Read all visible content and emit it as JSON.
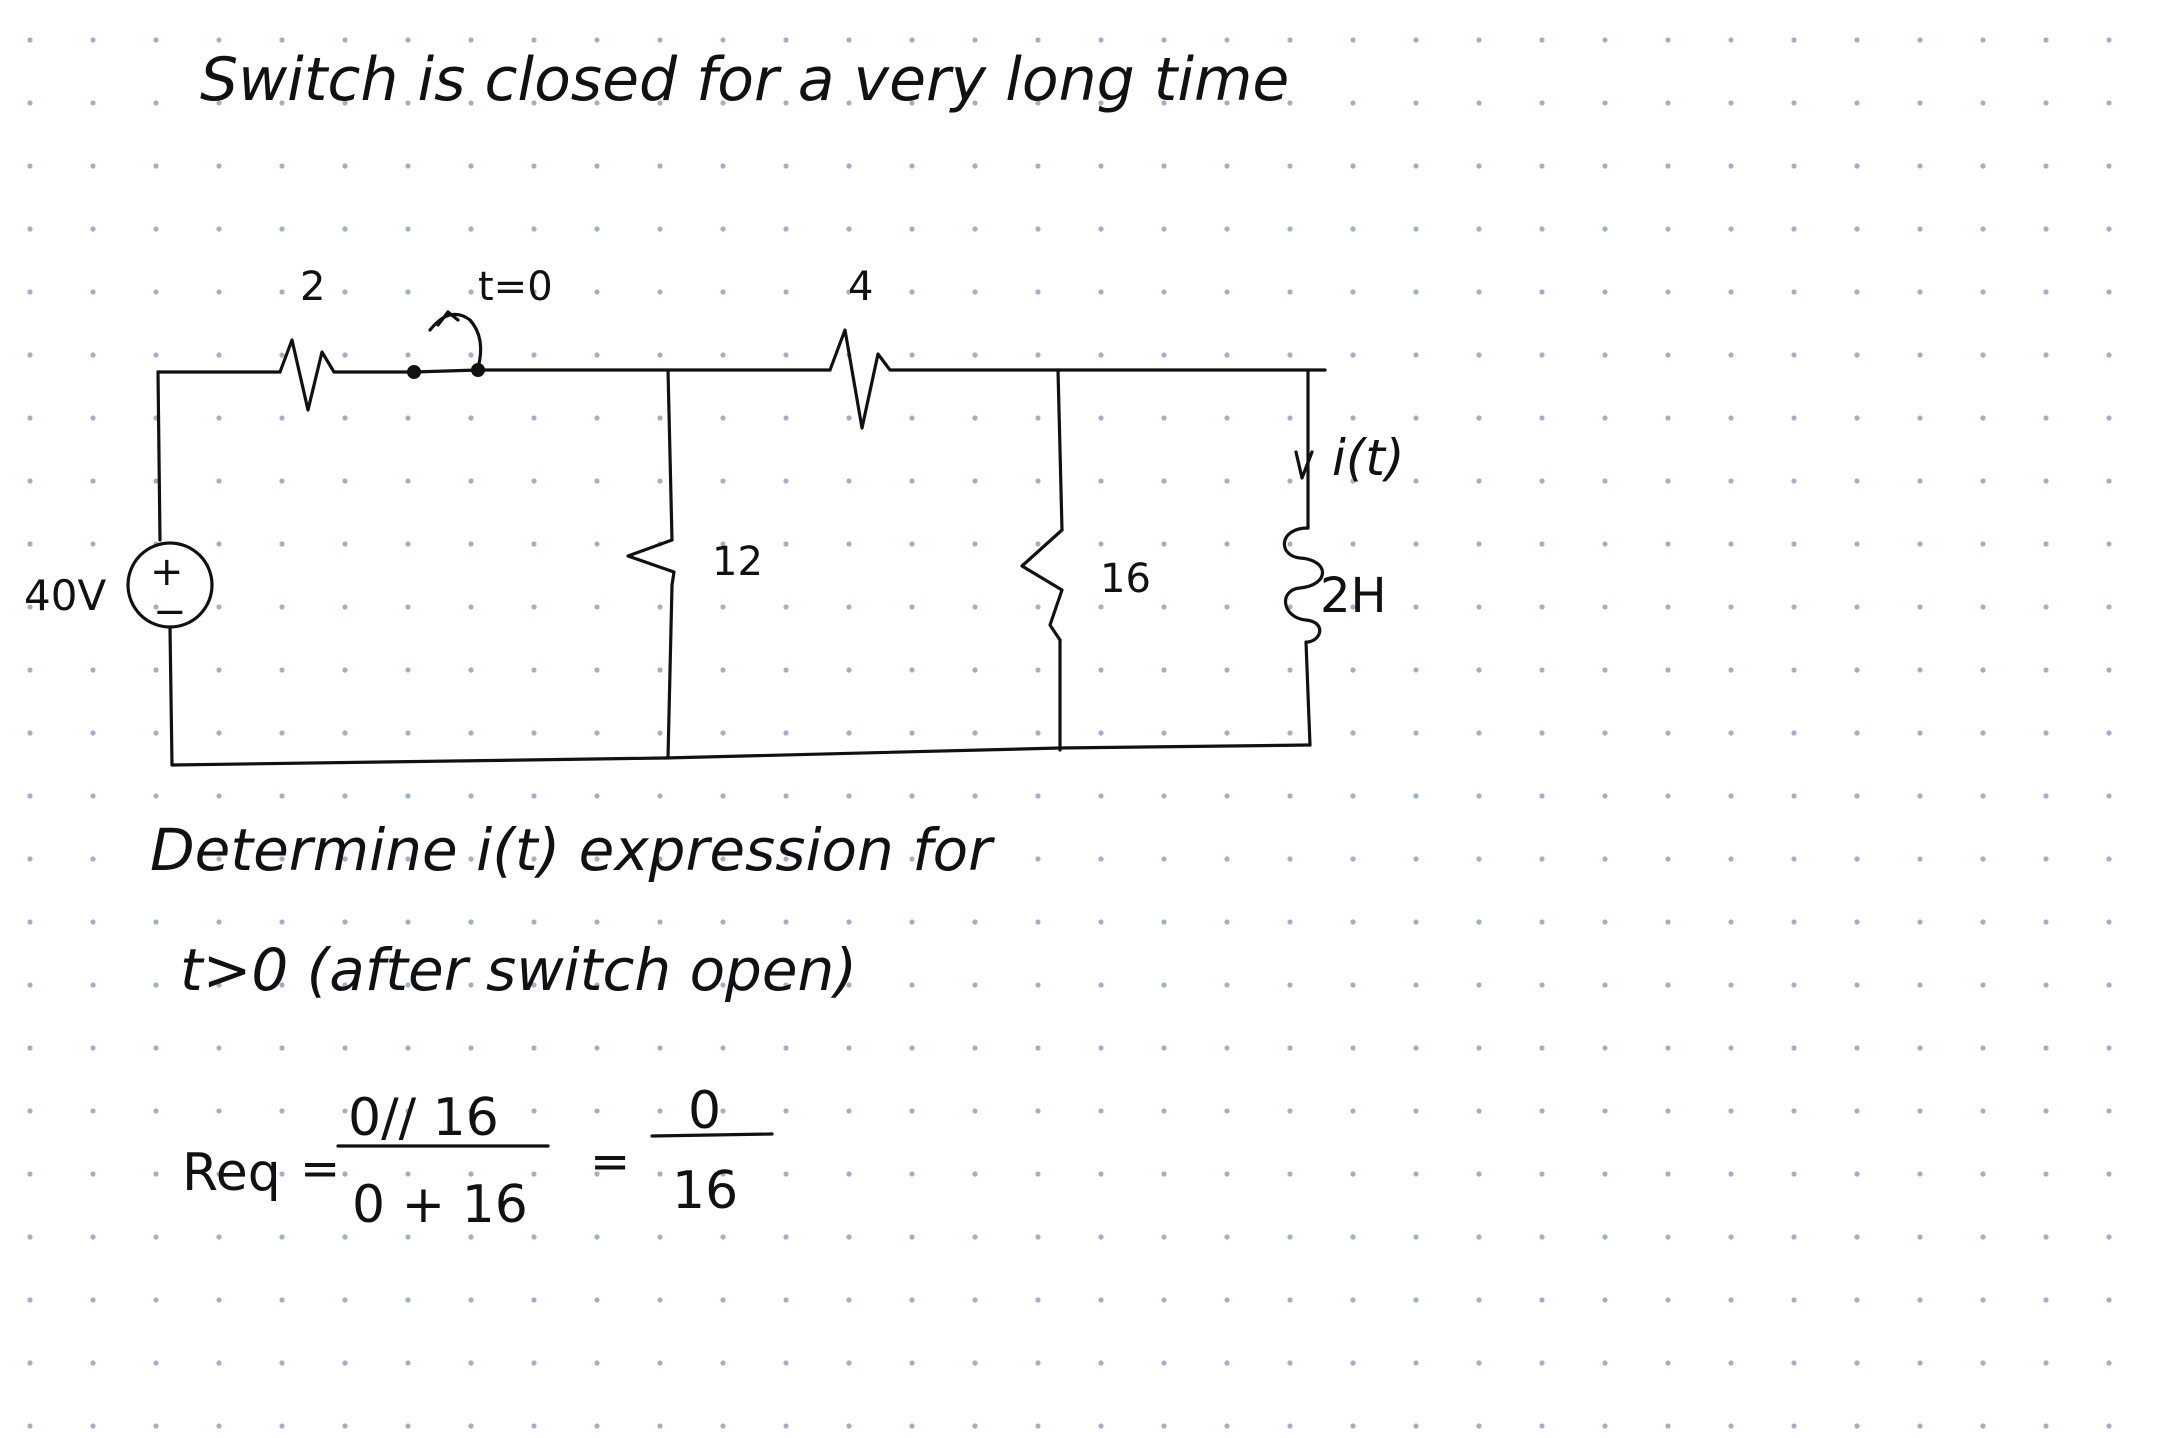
{
  "header": {
    "text": "Switch  is  closed  for  a  very  long  time"
  },
  "circuit": {
    "source": {
      "label": "40V",
      "plus": "+",
      "minus": "−"
    },
    "resistors": [
      {
        "id": "r2",
        "label": "2"
      },
      {
        "id": "r4",
        "label": "4"
      },
      {
        "id": "r12",
        "label": "12"
      },
      {
        "id": "r16",
        "label": "16"
      }
    ],
    "switch_label": "t=0",
    "current_label": "i(t)",
    "inductor_label": "2H"
  },
  "question": {
    "line1": "Determine  i(t)  expression  for",
    "line2": "t>0  (after  switch  open)"
  },
  "equation": {
    "lhs": "Req",
    "eq1": "=",
    "frac1_num": "0// 16",
    "frac1_den": "0 + 16",
    "eq2": "=",
    "frac2_num": "0",
    "frac2_den": "16"
  },
  "colors": {
    "ink": "#111111",
    "grid_dot": "#9fb0c8",
    "background": "#ffffff"
  }
}
